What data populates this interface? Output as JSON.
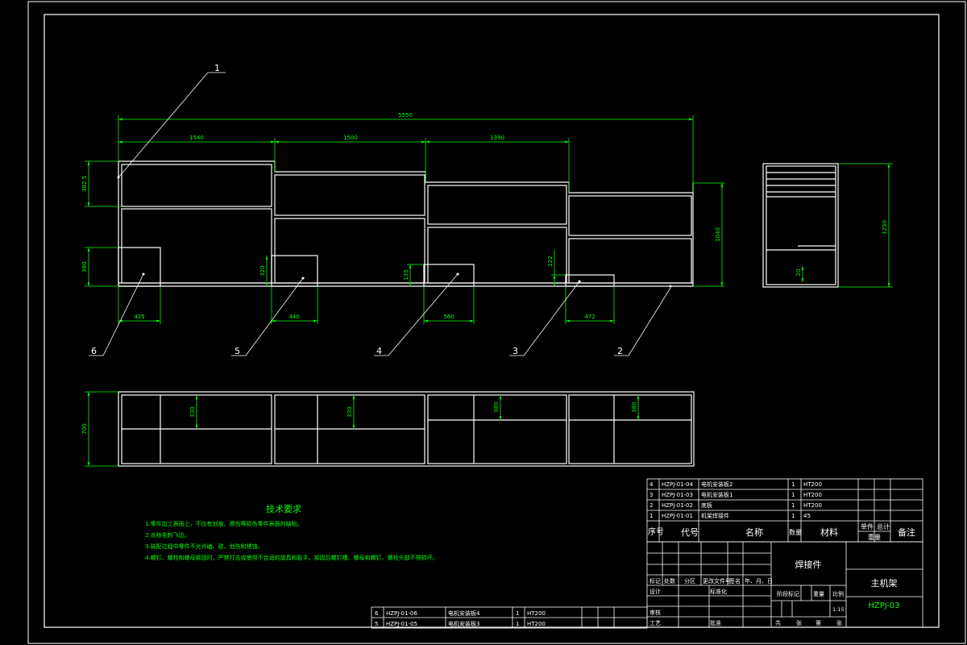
{
  "colors": {
    "background": "#000000",
    "line": "#ffffff",
    "dimension": "#00ff00",
    "text": "#ffffff",
    "note": "#00ff00"
  },
  "dimensions": {
    "overall_length": "5550",
    "seg1": "1540",
    "seg2": "1500",
    "seg3": "1390",
    "left_height": "382.5",
    "box6_height": "380",
    "box5_height": "320",
    "box4_height": "135",
    "box3_height": "122",
    "right_height": "1040",
    "box6_width": "425",
    "box5_width": "440",
    "box4_width": "560",
    "box3_width": "472",
    "side_height": "1250",
    "side_small": "20",
    "plan_depth": "700",
    "plan_1": "330",
    "plan_2": "330",
    "plan_3": "380",
    "plan_4": "380"
  },
  "callouts": [
    "1",
    "2",
    "3",
    "4",
    "5",
    "6"
  ],
  "tech_requirements": {
    "title": "技术要求",
    "items": [
      "1.零件加工表面上，不应有划痕、擦伤等损伤零件表面的缺陷。",
      "2.去除毛刺飞边。",
      "3.装配过程中零件不允许磕、碰、划伤和锈蚀。",
      "4.螺钉、螺栓和螺母紧固时，严禁打击或使用不合适的旋具和扳手。紧固后螺钉槽、螺母和螺钉、螺栓头部不得损坏。"
    ]
  },
  "bom_upper": {
    "rows": [
      {
        "no": "4",
        "code": "HZPJ-01-04",
        "name": "电机安装板2",
        "qty": "1",
        "mat": "HT200"
      },
      {
        "no": "3",
        "code": "HZPJ-01-03",
        "name": "电机安装板1",
        "qty": "1",
        "mat": "HT200"
      },
      {
        "no": "2",
        "code": "HZPJ-01-02",
        "name": "底板",
        "qty": "1",
        "mat": "HT200"
      },
      {
        "no": "1",
        "code": "HZPJ-01-01",
        "name": "机架焊接件",
        "qty": "1",
        "mat": "45"
      }
    ],
    "header": {
      "no": "序号",
      "code": "代号",
      "name": "名称",
      "qty": "数量",
      "mat": "材料",
      "unit": "单件",
      "total": "总计",
      "weight": "重量",
      "note": "备注"
    }
  },
  "bom_lower": {
    "rows": [
      {
        "no": "6",
        "code": "HZPJ-01-06",
        "name": "电机安装板4",
        "qty": "1",
        "mat": "HT200"
      },
      {
        "no": "5",
        "code": "HZPJ-01-05",
        "name": "电机安装板3",
        "qty": "1",
        "mat": "HT200"
      }
    ]
  },
  "title_block": {
    "part_type": "焊接件",
    "drawing_name": "主机架",
    "drawing_code": "HZPJ-03",
    "scale_value": "1:15",
    "headers": [
      "标记",
      "处数",
      "分区",
      "更改文件号",
      "签名",
      "年、月、日"
    ],
    "design": "设计",
    "standard": "标准化",
    "stage_mark": "阶段标记",
    "weight": "重量",
    "scale": "比例",
    "check": "审核",
    "process": "工艺",
    "approve": "批准",
    "sheets": [
      "共",
      "张",
      "第",
      "张"
    ]
  }
}
